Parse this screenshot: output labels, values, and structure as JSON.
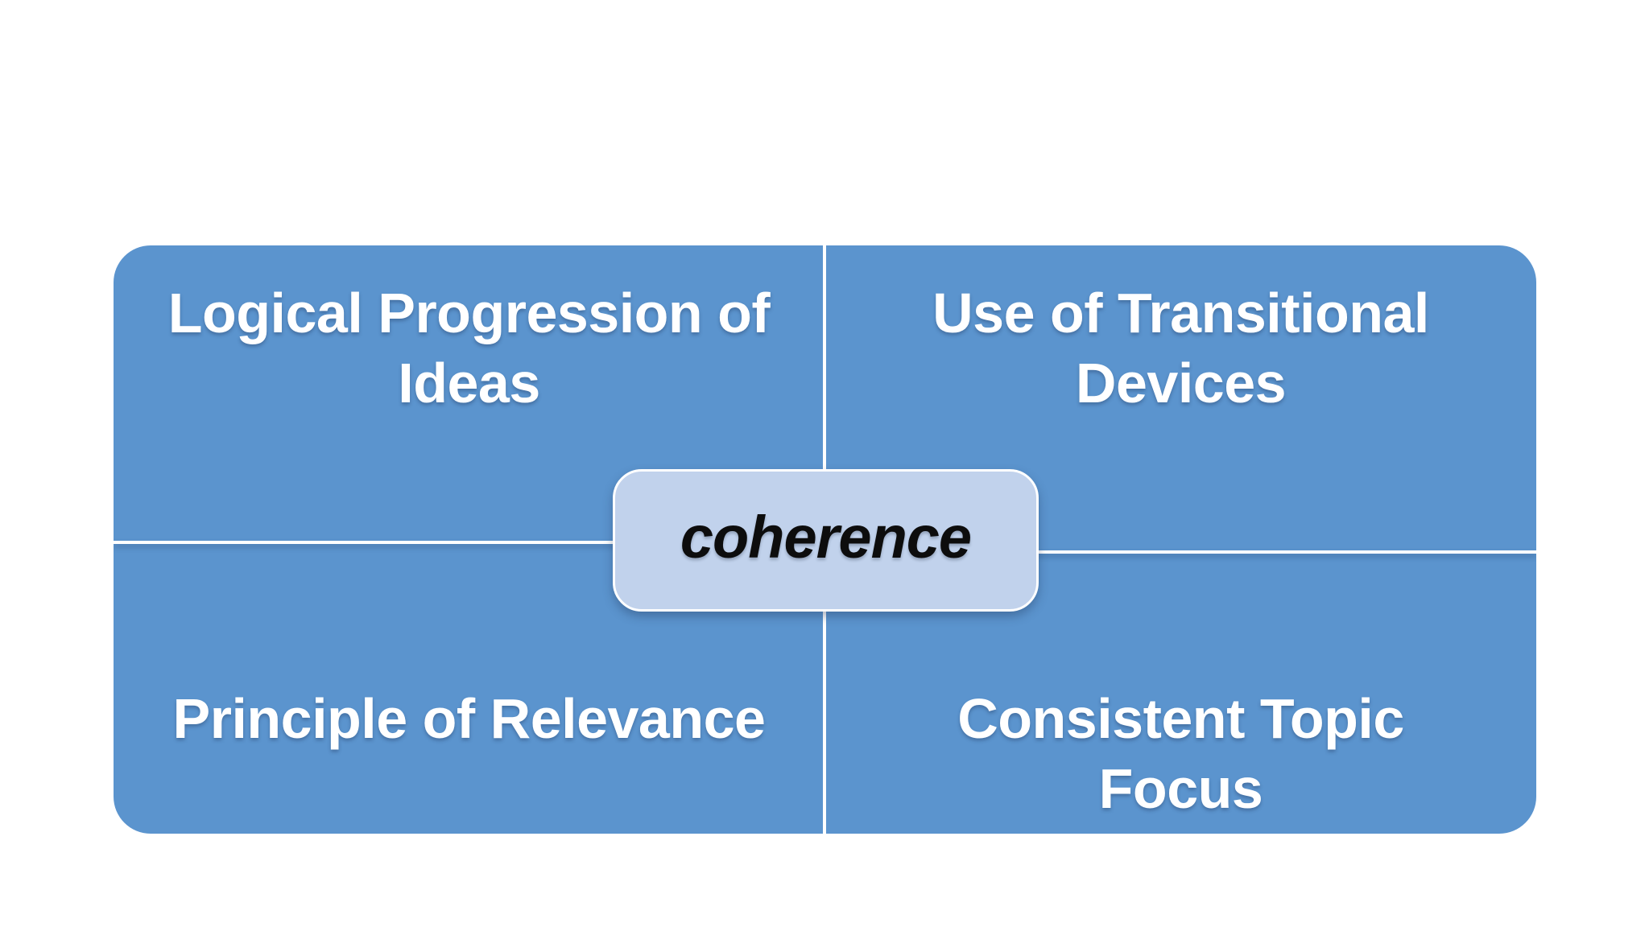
{
  "diagram": {
    "type": "quadrant-matrix",
    "center_label": "coherence",
    "quadrants": [
      {
        "position": "top-left",
        "label": "Logical Progression of Ideas"
      },
      {
        "position": "top-right",
        "label": "Use of Transitional Devices"
      },
      {
        "position": "bottom-left",
        "label": "Principle of Relevance"
      },
      {
        "position": "bottom-right",
        "label": "Consistent Topic Focus"
      }
    ],
    "colors": {
      "page_background": "#FFFFFF",
      "quadrant_fill": "#5B94CE",
      "center_fill": "#C1D2EC",
      "divider": "#FFFFFF",
      "label_text": "#FFFFFF",
      "center_text": "#0D0D0D"
    }
  }
}
